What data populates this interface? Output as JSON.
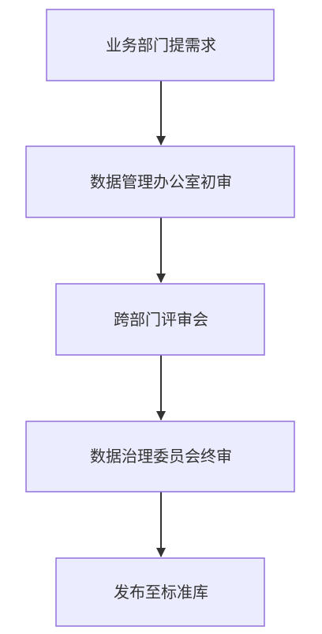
{
  "diagram": {
    "type": "flowchart",
    "direction": "top-to-bottom",
    "colors": {
      "node_fill": "#ececff",
      "node_border": "#9370db",
      "text": "#333333",
      "edge": "#333333"
    },
    "nodes": [
      {
        "id": "n1",
        "label": "业务部门提需求"
      },
      {
        "id": "n2",
        "label": "数据管理办公室初审"
      },
      {
        "id": "n3",
        "label": "跨部门评审会"
      },
      {
        "id": "n4",
        "label": "数据治理委员会终审"
      },
      {
        "id": "n5",
        "label": "发布至标准库"
      }
    ],
    "edges": [
      {
        "from": "n1",
        "to": "n2"
      },
      {
        "from": "n2",
        "to": "n3"
      },
      {
        "from": "n3",
        "to": "n4"
      },
      {
        "from": "n4",
        "to": "n5"
      }
    ]
  }
}
